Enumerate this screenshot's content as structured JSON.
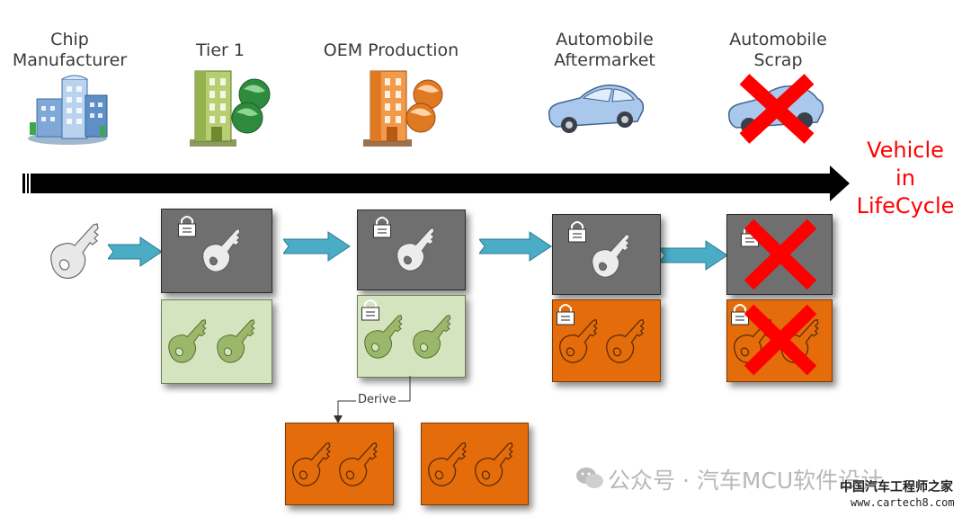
{
  "stages": [
    {
      "line1": "Chip",
      "line2": "Manufacturer"
    },
    {
      "line1": "Tier 1",
      "line2": ""
    },
    {
      "line1": "OEM Production",
      "line2": ""
    },
    {
      "line1": "Automobile",
      "line2": "Aftermarket"
    },
    {
      "line1": "Automobile",
      "line2": "Scrap"
    }
  ],
  "lifecycle_label": {
    "line1": "Vehicle",
    "line2": "in",
    "line3": "LifeCycle"
  },
  "derive_label": "Derive",
  "watermark": {
    "account": "公众号 · 汽车MCU软件设计",
    "site_name": "中国汽车工程师之家",
    "site_url": "www.cartech8.com"
  },
  "colors": {
    "gray_box": "#6f6f6f",
    "green_box": "#d4e4bf",
    "orange_box": "#e46c0a",
    "arrow": "#4bacc6",
    "cross": "#ff0000",
    "lifecycle_text": "#ff0000"
  }
}
